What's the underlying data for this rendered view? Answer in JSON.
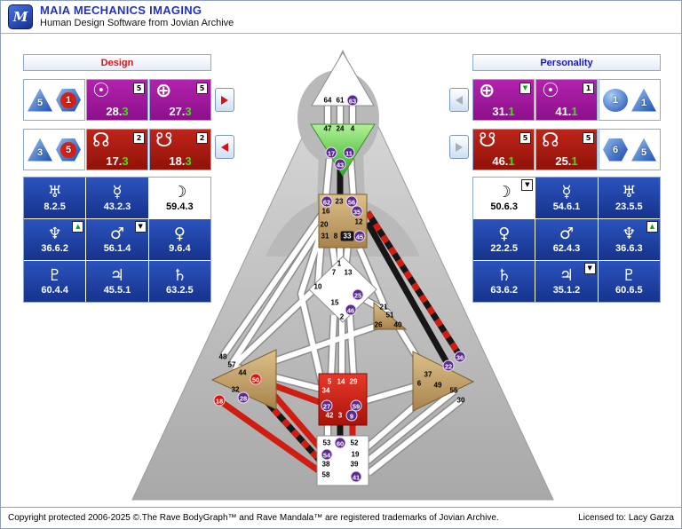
{
  "header": {
    "logo_letter": "M",
    "title": "MAIA MECHANICS IMAGING",
    "subtitle": "Human Design Software from Jovian Archive"
  },
  "footer": {
    "copyright": "Copyright protected 2006-2025 ©.The Rave BodyGraph™ and Rave Mandala™ are registered trademarks of Jovian Archive.",
    "license": "Licensed to: Lacy Garza"
  },
  "design": {
    "title": "Design",
    "row1": {
      "icons": [
        {
          "type": "triangle",
          "value": "5"
        },
        {
          "type": "hexagon-red",
          "value": "1"
        }
      ],
      "cells": [
        {
          "name": "sun",
          "glyph": "☉",
          "badge": "5",
          "badge_variant": "num",
          "value_main": "28.",
          "value_line": "3"
        },
        {
          "name": "earth",
          "glyph": "⊕",
          "badge": "5",
          "badge_variant": "num",
          "value_main": "27.",
          "value_line": "3"
        }
      ]
    },
    "row2": {
      "icons": [
        {
          "type": "triangle",
          "value": "3"
        },
        {
          "type": "hexagon-red",
          "value": "5"
        }
      ],
      "cells": [
        {
          "name": "north-node",
          "glyph": "☊",
          "badge": "2",
          "badge_variant": "num",
          "value_main": "17.",
          "value_line": "3"
        },
        {
          "name": "south-node",
          "glyph": "☋",
          "badge": "2",
          "badge_variant": "num",
          "value_main": "18.",
          "value_line": "3"
        }
      ]
    },
    "grid": [
      {
        "name": "uranus",
        "glyph": "♅",
        "value": "8.2.5",
        "style": "blue",
        "badge": "",
        "badge_variant": ""
      },
      {
        "name": "mercury",
        "glyph": "☿",
        "value": "43.2.3",
        "style": "blue",
        "badge": "",
        "badge_variant": ""
      },
      {
        "name": "moon",
        "glyph": "☽",
        "value": "59.4.3",
        "style": "white",
        "badge": "",
        "badge_variant": ""
      },
      {
        "name": "neptune",
        "glyph": "♆",
        "value": "36.6.2",
        "style": "blue",
        "badge": "▲",
        "badge_variant": "green-up"
      },
      {
        "name": "mars",
        "glyph": "♂",
        "value": "56.1.4",
        "style": "blue",
        "badge": "▼",
        "badge_variant": "black-down"
      },
      {
        "name": "venus",
        "glyph": "♀",
        "value": "9.6.4",
        "style": "blue",
        "badge": "",
        "badge_variant": ""
      },
      {
        "name": "pluto",
        "glyph": "♇",
        "value": "60.4.4",
        "style": "blue",
        "badge": "",
        "badge_variant": ""
      },
      {
        "name": "jupiter",
        "glyph": "♃",
        "value": "45.5.1",
        "style": "blue",
        "badge": "",
        "badge_variant": ""
      },
      {
        "name": "saturn",
        "glyph": "♄",
        "value": "63.2.5",
        "style": "blue",
        "badge": "",
        "badge_variant": ""
      }
    ]
  },
  "personality": {
    "title": "Personality",
    "row1": {
      "cells": [
        {
          "name": "earth",
          "glyph": "⊕",
          "badge": "▼",
          "badge_variant": "green-down",
          "value_main": "31.",
          "value_line": "1"
        },
        {
          "name": "sun",
          "glyph": "☉",
          "badge": "1",
          "badge_variant": "num",
          "value_main": "41.",
          "value_line": "1"
        }
      ],
      "icons": [
        {
          "type": "sphere",
          "value": "1"
        },
        {
          "type": "triangle",
          "value": "1"
        }
      ]
    },
    "row2": {
      "cells": [
        {
          "name": "south-node",
          "glyph": "☋",
          "badge": "5",
          "badge_variant": "num",
          "value_main": "46.",
          "value_line": "1"
        },
        {
          "name": "north-node",
          "glyph": "☊",
          "badge": "5",
          "badge_variant": "num",
          "value_main": "25.",
          "value_line": "1"
        }
      ],
      "icons": [
        {
          "type": "hexagon",
          "value": "6"
        },
        {
          "type": "triangle",
          "value": "5"
        }
      ]
    },
    "grid": [
      {
        "name": "moon",
        "glyph": "☽",
        "value": "50.6.3",
        "style": "white",
        "badge": "▼",
        "badge_variant": "black-down"
      },
      {
        "name": "mercury",
        "glyph": "☿",
        "value": "54.6.1",
        "style": "blue",
        "badge": "",
        "badge_variant": ""
      },
      {
        "name": "uranus",
        "glyph": "♅",
        "value": "23.5.5",
        "style": "blue",
        "badge": "",
        "badge_variant": ""
      },
      {
        "name": "venus",
        "glyph": "♀",
        "value": "22.2.5",
        "style": "blue",
        "badge": "",
        "badge_variant": ""
      },
      {
        "name": "mars",
        "glyph": "♂",
        "value": "62.4.3",
        "style": "blue",
        "badge": "",
        "badge_variant": ""
      },
      {
        "name": "neptune",
        "glyph": "♆",
        "value": "36.6.3",
        "style": "blue",
        "badge": "▲",
        "badge_variant": "green-up"
      },
      {
        "name": "saturn",
        "glyph": "♄",
        "value": "63.6.2",
        "style": "blue",
        "badge": "",
        "badge_variant": ""
      },
      {
        "name": "jupiter",
        "glyph": "♃",
        "value": "35.1.2",
        "style": "blue",
        "badge": "▼",
        "badge_variant": "black-down"
      },
      {
        "name": "pluto",
        "glyph": "♇",
        "value": "60.6.5",
        "style": "blue",
        "badge": "",
        "badge_variant": ""
      }
    ]
  },
  "bodygraph": {
    "gates": [
      {
        "n": "64",
        "style": "plain"
      },
      {
        "n": "61",
        "style": "plain"
      },
      {
        "n": "63",
        "style": "purple"
      },
      {
        "n": "47",
        "style": "plain"
      },
      {
        "n": "24",
        "style": "plain"
      },
      {
        "n": "4",
        "style": "plain"
      },
      {
        "n": "17",
        "style": "purple"
      },
      {
        "n": "11",
        "style": "purple"
      },
      {
        "n": "43",
        "style": "purple"
      },
      {
        "n": "62",
        "style": "purple"
      },
      {
        "n": "23",
        "style": "plain"
      },
      {
        "n": "56",
        "style": "purple"
      },
      {
        "n": "16",
        "style": "plain"
      },
      {
        "n": "35",
        "style": "purple"
      },
      {
        "n": "20",
        "style": "plain"
      },
      {
        "n": "12",
        "style": "plain"
      },
      {
        "n": "31",
        "style": "plain"
      },
      {
        "n": "8",
        "style": "plain"
      },
      {
        "n": "33",
        "style": "blackbox"
      },
      {
        "n": "45",
        "style": "purple"
      },
      {
        "n": "1",
        "style": "plain"
      },
      {
        "n": "7",
        "style": "plain"
      },
      {
        "n": "13",
        "style": "plain"
      },
      {
        "n": "10",
        "style": "plain"
      },
      {
        "n": "25",
        "style": "purple"
      },
      {
        "n": "15",
        "style": "plain"
      },
      {
        "n": "46",
        "style": "purple"
      },
      {
        "n": "2",
        "style": "plain"
      },
      {
        "n": "21",
        "style": "plain"
      },
      {
        "n": "51",
        "style": "plain"
      },
      {
        "n": "26",
        "style": "plain"
      },
      {
        "n": "40",
        "style": "plain"
      },
      {
        "n": "48",
        "style": "plain"
      },
      {
        "n": "57",
        "style": "plain"
      },
      {
        "n": "44",
        "style": "plain"
      },
      {
        "n": "50",
        "style": "red"
      },
      {
        "n": "32",
        "style": "plain"
      },
      {
        "n": "28",
        "style": "purple"
      },
      {
        "n": "18",
        "style": "red"
      },
      {
        "n": "5",
        "style": "white"
      },
      {
        "n": "14",
        "style": "white"
      },
      {
        "n": "29",
        "style": "white"
      },
      {
        "n": "34",
        "style": "white"
      },
      {
        "n": "27",
        "style": "purple"
      },
      {
        "n": "59",
        "style": "purple"
      },
      {
        "n": "42",
        "style": "white"
      },
      {
        "n": "3",
        "style": "white"
      },
      {
        "n": "9",
        "style": "purple"
      },
      {
        "n": "36",
        "style": "purple"
      },
      {
        "n": "22",
        "style": "purple"
      },
      {
        "n": "37",
        "style": "plain"
      },
      {
        "n": "6",
        "style": "plain"
      },
      {
        "n": "49",
        "style": "plain"
      },
      {
        "n": "55",
        "style": "plain"
      },
      {
        "n": "30",
        "style": "plain"
      },
      {
        "n": "53",
        "style": "plain"
      },
      {
        "n": "60",
        "style": "purple"
      },
      {
        "n": "52",
        "style": "plain"
      },
      {
        "n": "54",
        "style": "purple"
      },
      {
        "n": "19",
        "style": "plain"
      },
      {
        "n": "38",
        "style": "plain"
      },
      {
        "n": "39",
        "style": "plain"
      },
      {
        "n": "58",
        "style": "plain"
      },
      {
        "n": "41",
        "style": "purple"
      }
    ]
  }
}
